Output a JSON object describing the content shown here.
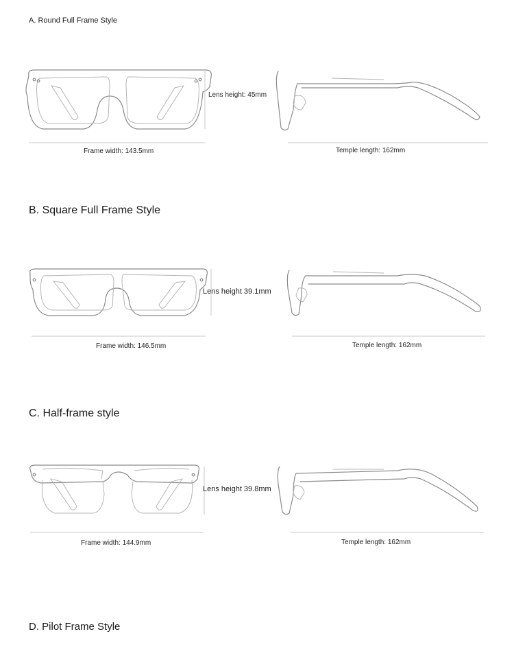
{
  "sections": [
    {
      "title": "A. Round Full Frame Style",
      "frame_width": "Frame width: 143.5mm",
      "lens_height": "Lens height: 45mm",
      "temple_length": "Temple length: 162mm"
    },
    {
      "title": "B. Square Full Frame Style",
      "frame_width": "Frame width: 146.5mm",
      "lens_height": "Lens height 39.1mm",
      "temple_length": "Temple length: 162mm"
    },
    {
      "title": "C. Half-frame style",
      "frame_width": "Frame width: 144.9mm",
      "lens_height": "Lens height 39.8mm",
      "temple_length": "Temple length: 162mm"
    },
    {
      "title": "D. Pilot Frame Style"
    }
  ]
}
